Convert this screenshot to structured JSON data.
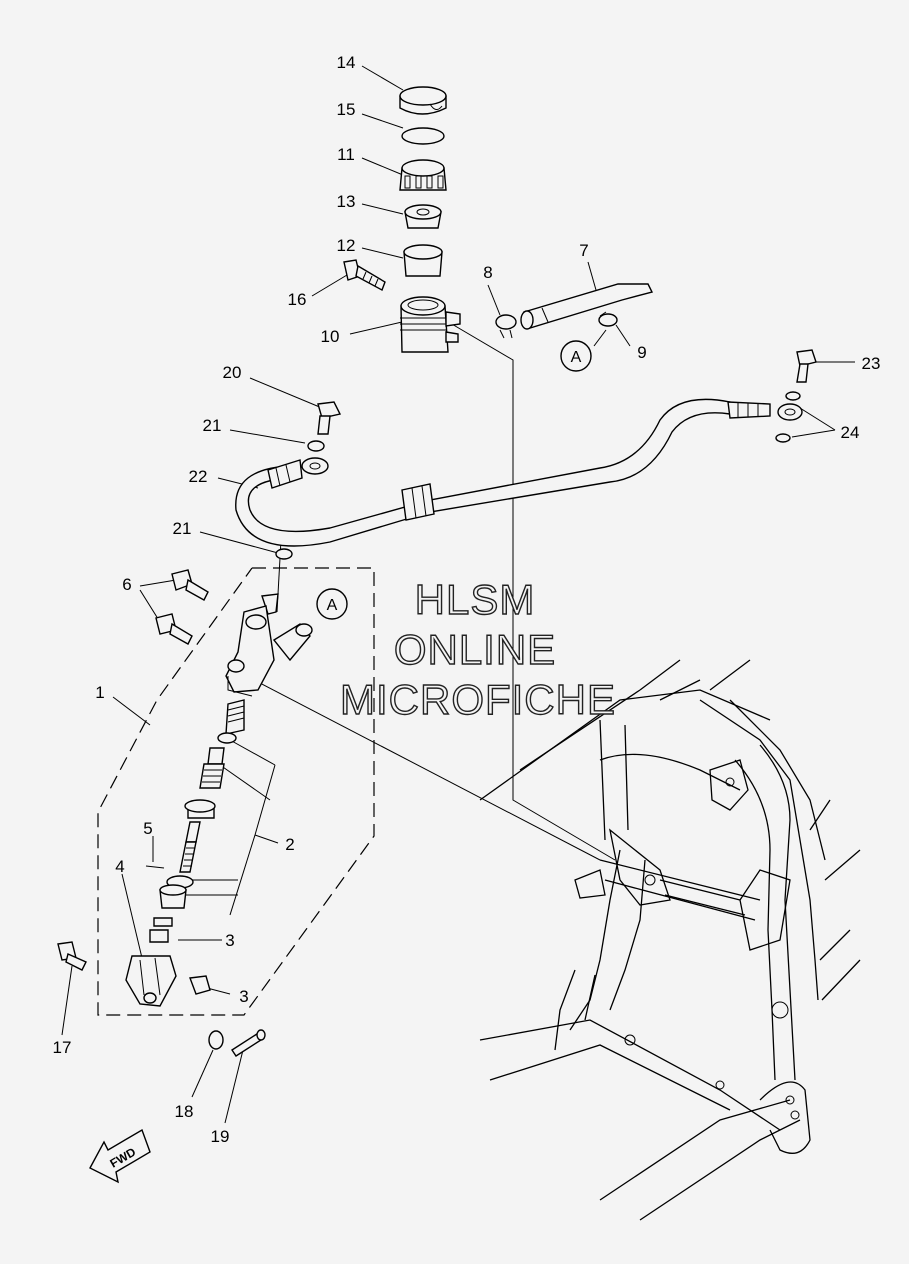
{
  "callouts": {
    "c1": "1",
    "c2": "2",
    "c3a": "3",
    "c3b": "3",
    "c4": "4",
    "c5": "5",
    "c6": "6",
    "c7": "7",
    "c8": "8",
    "c9": "9",
    "c10": "10",
    "c11": "11",
    "c12": "12",
    "c13": "13",
    "c14": "14",
    "c15": "15",
    "c16": "16",
    "c17": "17",
    "c18": "18",
    "c19": "19",
    "c20": "20",
    "c21a": "21",
    "c21b": "21",
    "c22": "22",
    "c23": "23",
    "c24": "24"
  },
  "reference_marks": {
    "upper": "A",
    "lower": "A"
  },
  "watermark": {
    "line1": "HLSM",
    "line2": "ONLINE",
    "line3": "MICROFICHE"
  },
  "direction_arrow": {
    "label": "FWD"
  },
  "colors": {
    "background": "#f4f4f4",
    "ink": "#000000"
  }
}
